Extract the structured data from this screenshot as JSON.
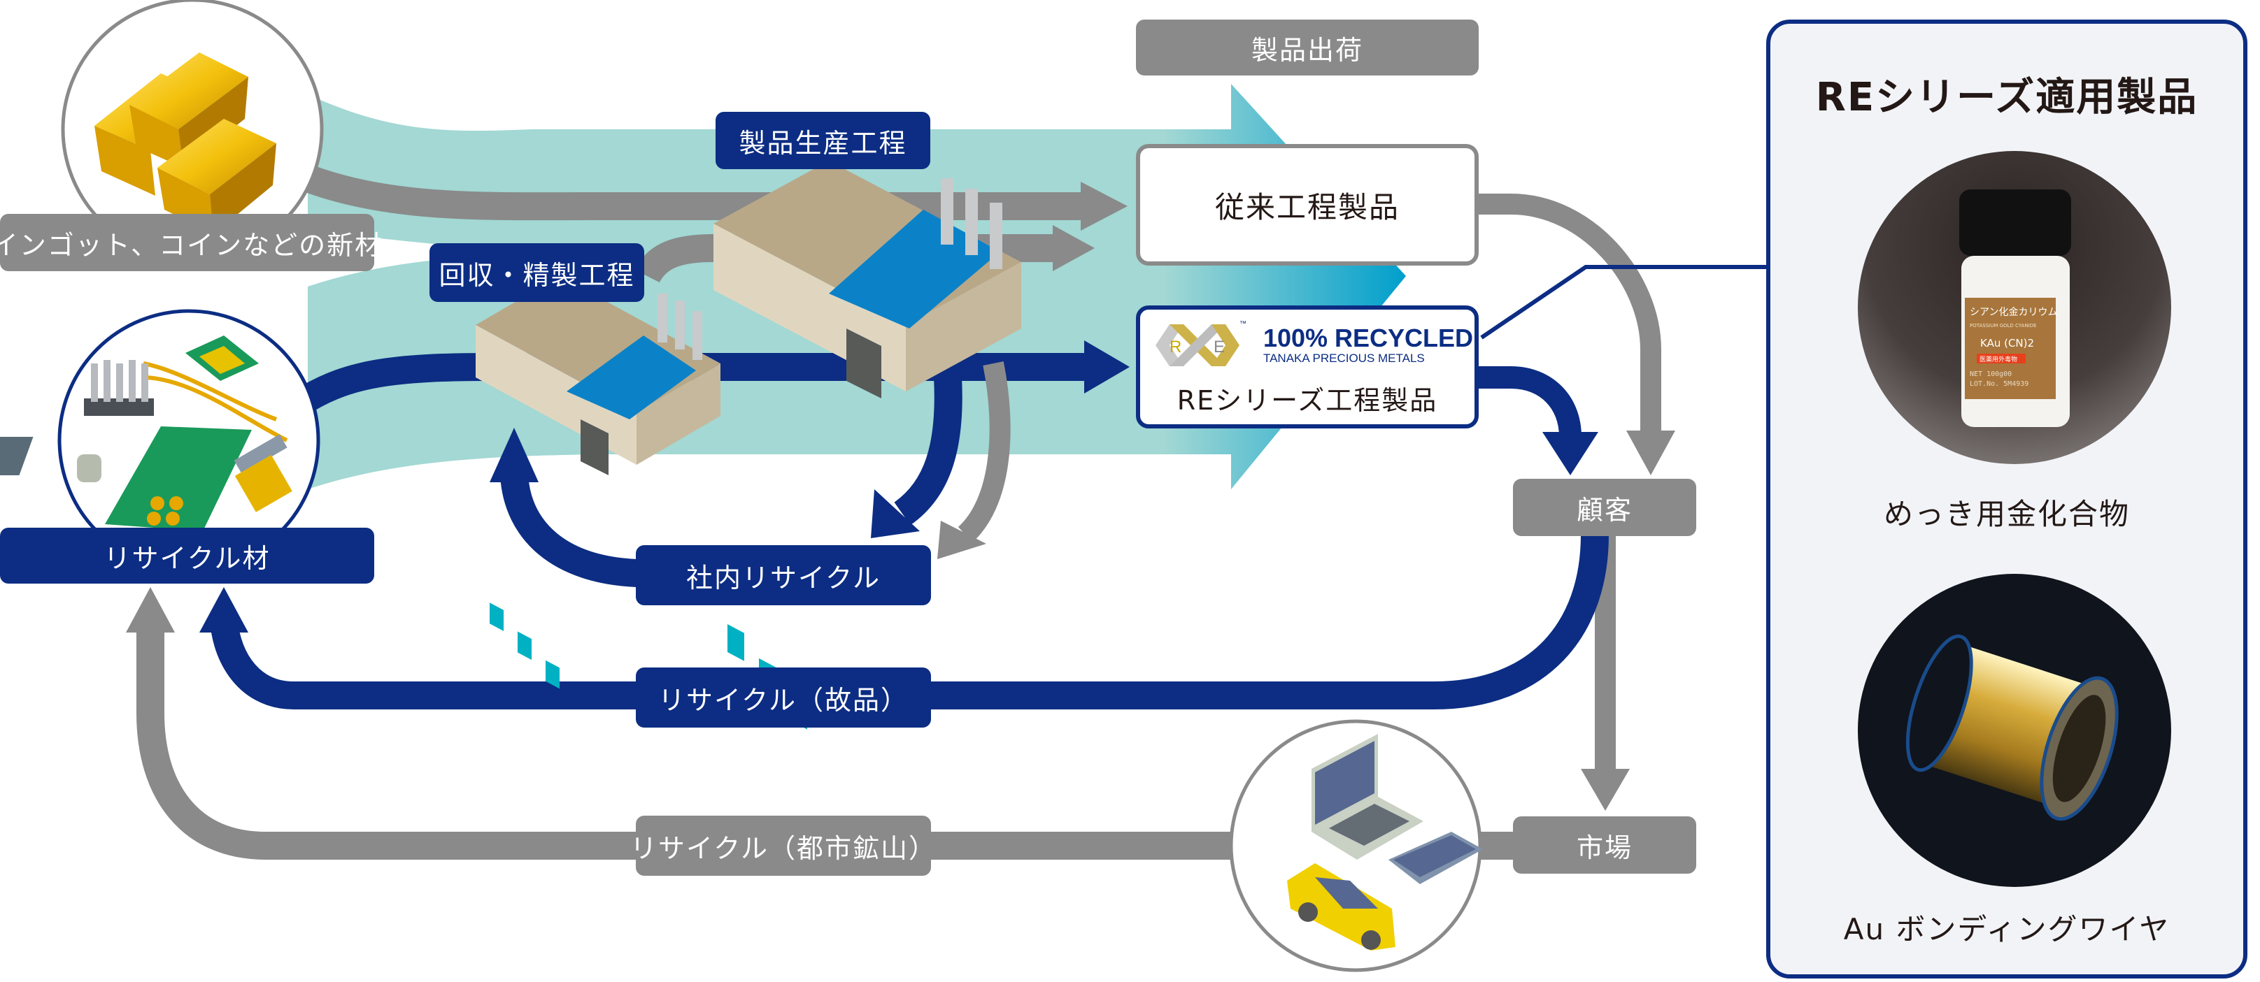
{
  "diagram": {
    "title": "REシリーズ 金リサイクルフロー",
    "colors": {
      "navy": "#0c2d83",
      "gray": "#8a8a8a",
      "teal_band": "#a3d8d4",
      "teal_dark": "#009fcc",
      "panel_bg": "#f1f3f7",
      "text_dark": "#231815"
    },
    "sources": {
      "new_material": {
        "label": "インゴット、コインなどの新材",
        "icon": "gold-ingots-icon"
      },
      "recycled_material": {
        "label": "リサイクル材",
        "icon": "electronic-parts-icon"
      }
    },
    "processes": {
      "refining": {
        "label": "回収・精製工程",
        "icon": "factory-icon"
      },
      "production": {
        "label": "製品生産工程",
        "icon": "factory-icon"
      }
    },
    "shipment_label": "製品出荷",
    "products": {
      "conventional": {
        "label": "従来工程製品"
      },
      "re_series": {
        "label": "REシリーズ工程製品",
        "logo": {
          "letters": [
            "R",
            "E"
          ],
          "tm": "™",
          "headline": "100% RECYCLED",
          "subline": "TANAKA PRECIOUS METALS"
        }
      }
    },
    "nodes": {
      "customer": "顧客",
      "market": "市場",
      "market_icon": "laptop-phone-car-icon"
    },
    "loops": {
      "internal": "社内リサイクル",
      "defective": "リサイクル（故品）",
      "urban_mine": "リサイクル（都市鉱山）"
    },
    "edges": [
      {
        "from": "new_material",
        "to": "conventional",
        "color": "gray"
      },
      {
        "from": "refining",
        "to": "production",
        "color": "gray"
      },
      {
        "from": "recycled_material",
        "to": "re_series",
        "color": "navy"
      },
      {
        "from": "production",
        "to": "internal",
        "color": "navy"
      },
      {
        "from": "production",
        "to": "internal",
        "color": "gray"
      },
      {
        "from": "internal",
        "to": "refining",
        "color": "navy"
      },
      {
        "from": "conventional",
        "to": "customer",
        "color": "gray"
      },
      {
        "from": "re_series",
        "to": "customer",
        "color": "navy"
      },
      {
        "from": "customer",
        "to": "market",
        "color": "gray"
      },
      {
        "from": "customer",
        "to": "recycled_material",
        "color": "navy",
        "label": "defective"
      },
      {
        "from": "market",
        "to": "recycled_material",
        "color": "gray",
        "label": "urban_mine"
      }
    ]
  },
  "panel": {
    "title": "REシリーズ適用製品",
    "items": [
      {
        "caption": "めっき用金化合物",
        "image": "gold-compound-bottle-photo",
        "bottle_label": {
          "name_jp": "シアン化金カリウム",
          "name_en": "POTASSIUM GOLD CYANIDE",
          "formula": "KAu (CN)2",
          "warning": "医薬用外毒物",
          "net": "NET 100g00",
          "lot": "LOT.No. 5M4939"
        }
      },
      {
        "caption": "Au ボンディングワイヤ",
        "image": "bonding-wire-spool-photo"
      }
    ]
  }
}
